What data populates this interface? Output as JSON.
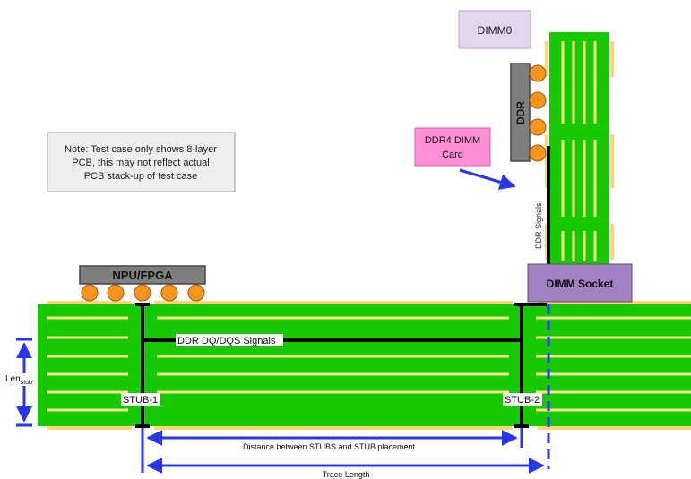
{
  "labels": {
    "dimm0": "DIMM0",
    "ddr": "DDR",
    "ddr4_card_line1": "DDR4 DIMM",
    "ddr4_card_line2": "Card",
    "ddr_signals": "DDR Signals",
    "note_line1": "Note: Test case only shows 8-layer",
    "note_line2": "PCB, this may not reflect actual",
    "note_line3": "PCB stack-up of test case",
    "npu_fpga": "NPU/FPGA",
    "dimm_socket": "DIMM Socket",
    "dq_signals": "DDR DQ/DQS Signals",
    "len_main": "Len",
    "len_sub": "stub",
    "stub1": "STUB-1",
    "stub2": "STUB-2",
    "distance": "Distance between STUBS and STUB placement",
    "trace_length": "Trace Length"
  },
  "colors": {
    "pcb_green": "#17c900",
    "trace_yellow": "#f4e88a",
    "copper_pad": "#f7d77a",
    "ball_orange": "#f7941d",
    "chip_gray": "#7f7f7f",
    "socket_purple": "#a07fc3",
    "dimm_label_bg": "#e3d5ec",
    "card_pink": "#ff8fd6",
    "note_bg": "#eeeeee",
    "arrow_blue": "#2a35e8",
    "via_black": "#000000"
  }
}
